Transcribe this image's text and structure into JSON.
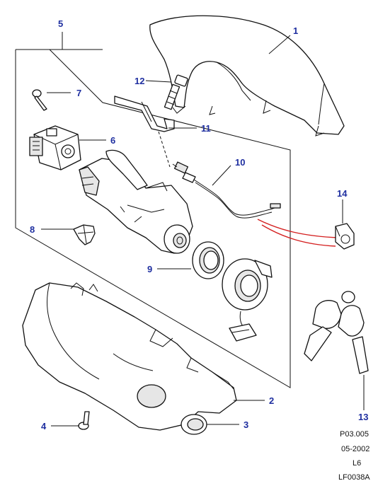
{
  "diagram": {
    "callouts": [
      {
        "id": "1",
        "label": "1"
      },
      {
        "id": "2",
        "label": "2"
      },
      {
        "id": "3",
        "label": "3"
      },
      {
        "id": "4",
        "label": "4"
      },
      {
        "id": "5",
        "label": "5"
      },
      {
        "id": "6",
        "label": "6"
      },
      {
        "id": "7",
        "label": "7"
      },
      {
        "id": "8",
        "label": "8"
      },
      {
        "id": "9",
        "label": "9"
      },
      {
        "id": "10",
        "label": "10"
      },
      {
        "id": "11",
        "label": "11"
      },
      {
        "id": "12",
        "label": "12"
      },
      {
        "id": "13",
        "label": "13"
      },
      {
        "id": "14",
        "label": "14"
      }
    ],
    "reference_block": {
      "line1": "P03.005",
      "line2": "05-2002",
      "line3": "L6",
      "line4": "LF0038A"
    },
    "colors": {
      "callout_text": "#1f2fa0",
      "outline": "#111111",
      "highlight_line": "#d42020"
    }
  }
}
